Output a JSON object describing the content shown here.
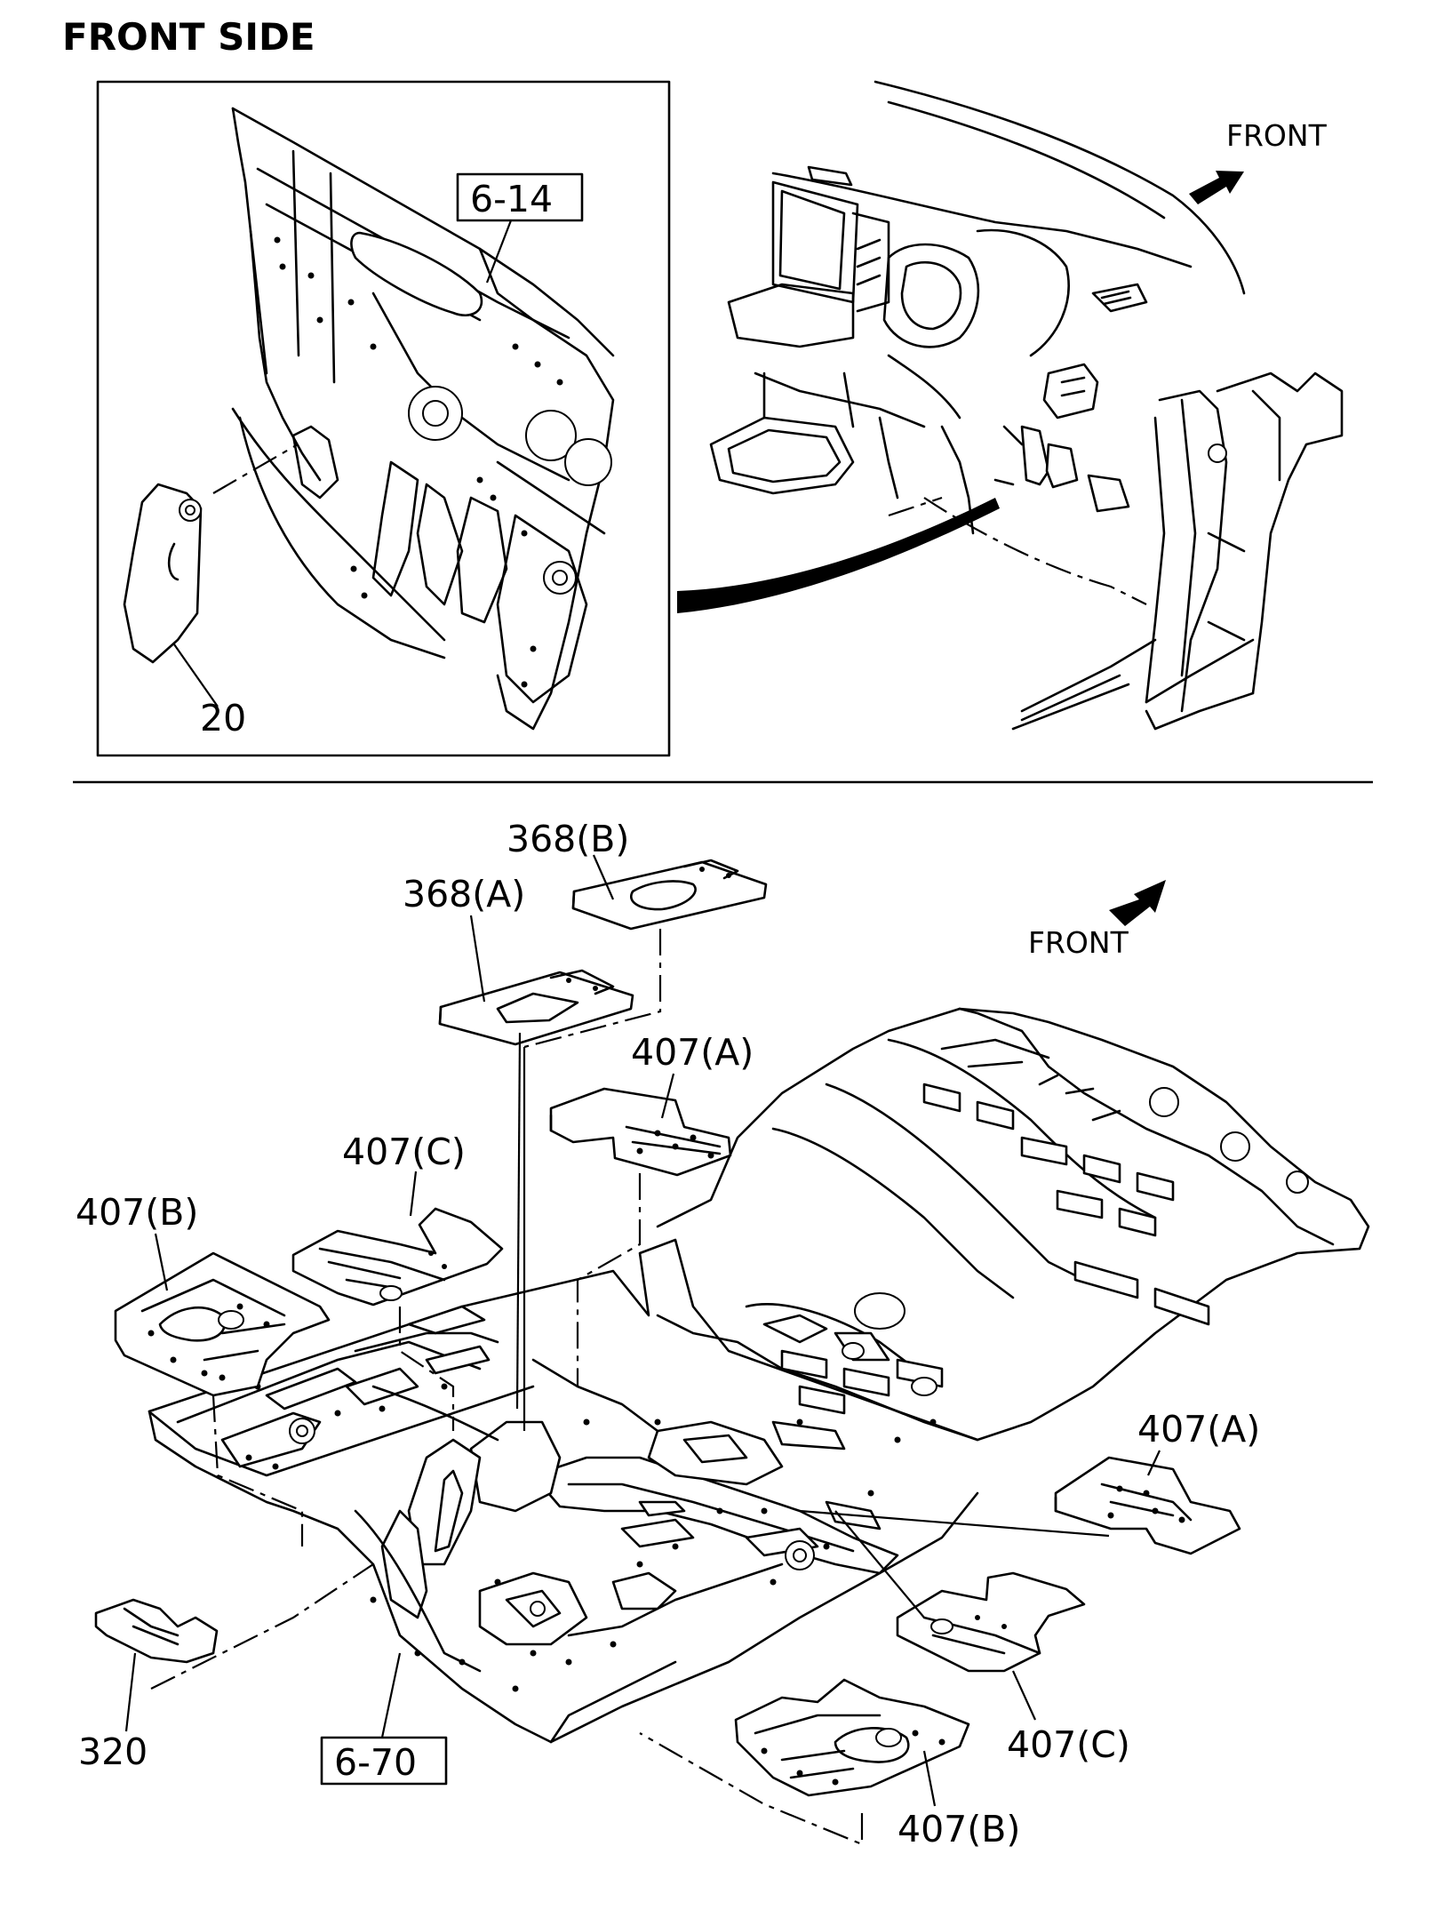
{
  "header": {
    "title": "FRONT SIDE"
  },
  "inset": {
    "ref_label": "6-14",
    "part_label": "20"
  },
  "front_arrows": {
    "top": "FRONT",
    "bottom": "FRONT"
  },
  "parts": {
    "p368b": "368(B)",
    "p368a": "368(A)",
    "p407a_top": "407(A)",
    "p407c_left": "407(C)",
    "p407b_left": "407(B)",
    "p407a_right": "407(A)",
    "p407c_right": "407(C)",
    "p407b_bottom": "407(B)",
    "p320": "320",
    "ref_670": "6-70"
  },
  "colors": {
    "ink": "#000000",
    "paper": "#ffffff"
  }
}
